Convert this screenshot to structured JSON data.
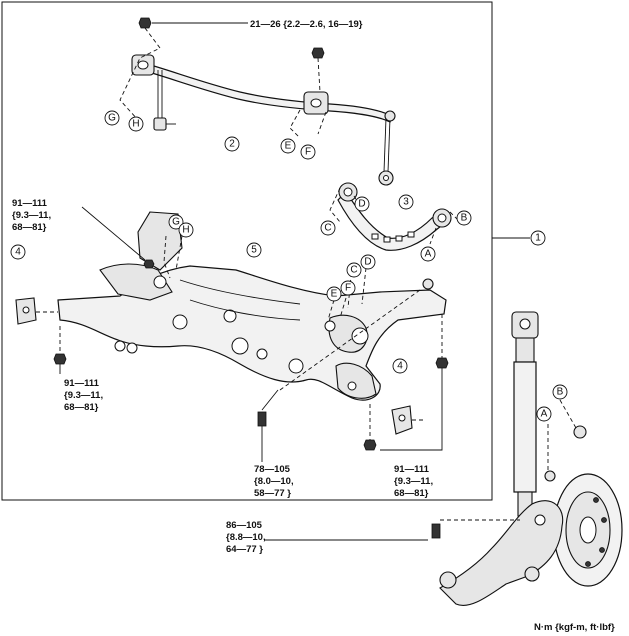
{
  "callouts": {
    "c1": "1",
    "c2": "2",
    "c3": "3",
    "c4a": "4",
    "c4b": "4",
    "c5": "5",
    "A1": "A",
    "A2": "A",
    "B1": "B",
    "B2": "B",
    "C1": "C",
    "C2": "C",
    "D1": "D",
    "D2": "D",
    "E1": "E",
    "E2": "E",
    "F1": "F",
    "F2": "F",
    "G1": "G",
    "G2": "G",
    "H1": "H",
    "H2": "H"
  },
  "torques": {
    "top": "21—26 {2.2—2.6, 16—19}",
    "upper_left": [
      "91—111",
      "{9.3—11,",
      "68—81}"
    ],
    "lower_left": [
      "91—111",
      "{9.3—11,",
      "68—81}"
    ],
    "bottom_mid": [
      "78—105",
      "{8.0—10,",
      "58—77 }"
    ],
    "bottom_right": [
      "91—111",
      "{9.3—11,",
      "68—81}"
    ],
    "outside": [
      "86—105",
      "{8.8—10,",
      "64—77 }"
    ]
  },
  "units": "N·m {kgf-m, ft·lbf}"
}
